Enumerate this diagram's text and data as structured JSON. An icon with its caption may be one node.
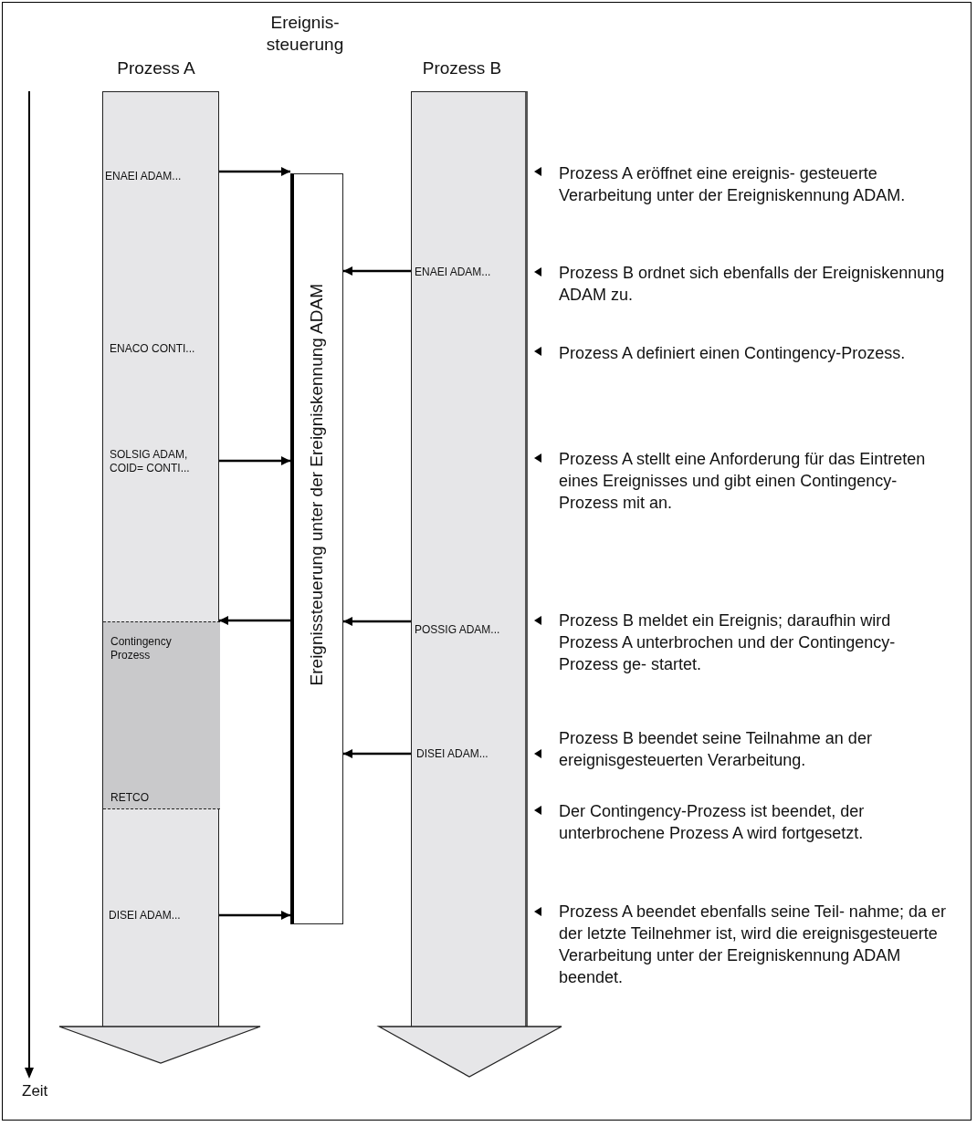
{
  "diagram": {
    "nodes": [
      {
        "text": [
          "Prozess A"
        ]
      },
      {
        "text": [
          "Ereignis- steuerung",
          "Ereignissteuerung unter der Ereigniskennung ADAM"
        ]
      },
      {
        "text": [
          "Prozess B"
        ]
      },
      {
        "text": [
          "ENAEI ADAM..."
        ],
        "in": 0
      },
      {
        "text": [
          "ENAEI ADAM..."
        ],
        "in": 2
      },
      {
        "text": [
          "ENACO CONTI..."
        ],
        "in": 0
      },
      {
        "text": [
          "SOLSIG ADAM, COID= CONTI..."
        ],
        "in": 0
      },
      {
        "text": [
          "Contingency Prozess",
          "RETCO"
        ],
        "in": 0
      },
      {
        "text": [
          "POSSIG ADAM..."
        ],
        "in": 2
      },
      {
        "text": [
          "DISEI ADAM..."
        ],
        "in": 2
      },
      {
        "text": [
          "DISEI ADAM..."
        ],
        "in": 0
      }
    ],
    "edges": [
      {
        "from": 3,
        "to": 1,
        "arrow": "to"
      },
      {
        "from": 4,
        "to": 1,
        "arrow": "to"
      },
      {
        "from": 6,
        "to": 1,
        "arrow": "to"
      },
      {
        "from": 1,
        "to": 7,
        "arrow": "to"
      },
      {
        "from": 8,
        "to": 1,
        "arrow": "to"
      },
      {
        "from": 9,
        "to": 1,
        "arrow": "to"
      },
      {
        "from": 10,
        "to": 1,
        "arrow": "to"
      }
    ],
    "labels": [
      "Prozess A eröffnet eine ereignis- gesteuerte Verarbeitung unter der Ereigniskennung ADAM.",
      "Prozess B ordnet sich ebenfalls der Ereigniskennung ADAM zu.",
      "Prozess A definiert einen Contingency-Prozess.",
      "Prozess A stellt eine Anforderung für das Eintreten eines Ereignisses und gibt einen Contingency-Prozess mit an.",
      "Prozess B meldet ein Ereignis; daraufhin wird Prozess A unterbrochen und der Contingency-Prozess ge- startet.",
      "Prozess B beendet seine Teilnahme an der ereignisgesteuerten Verarbeitung.",
      "Der Contingency-Prozess ist beendet, der unterbrochene Prozess A wird fortgesetzt.",
      "Prozess A beendet ebenfalls seine Teil- nahme; da er der letzte Teilnehmer ist, wird die ereignisgesteuerte Verarbeitung unter der Ereigniskennung ADAM beendet.",
      "Zeit"
    ]
  }
}
